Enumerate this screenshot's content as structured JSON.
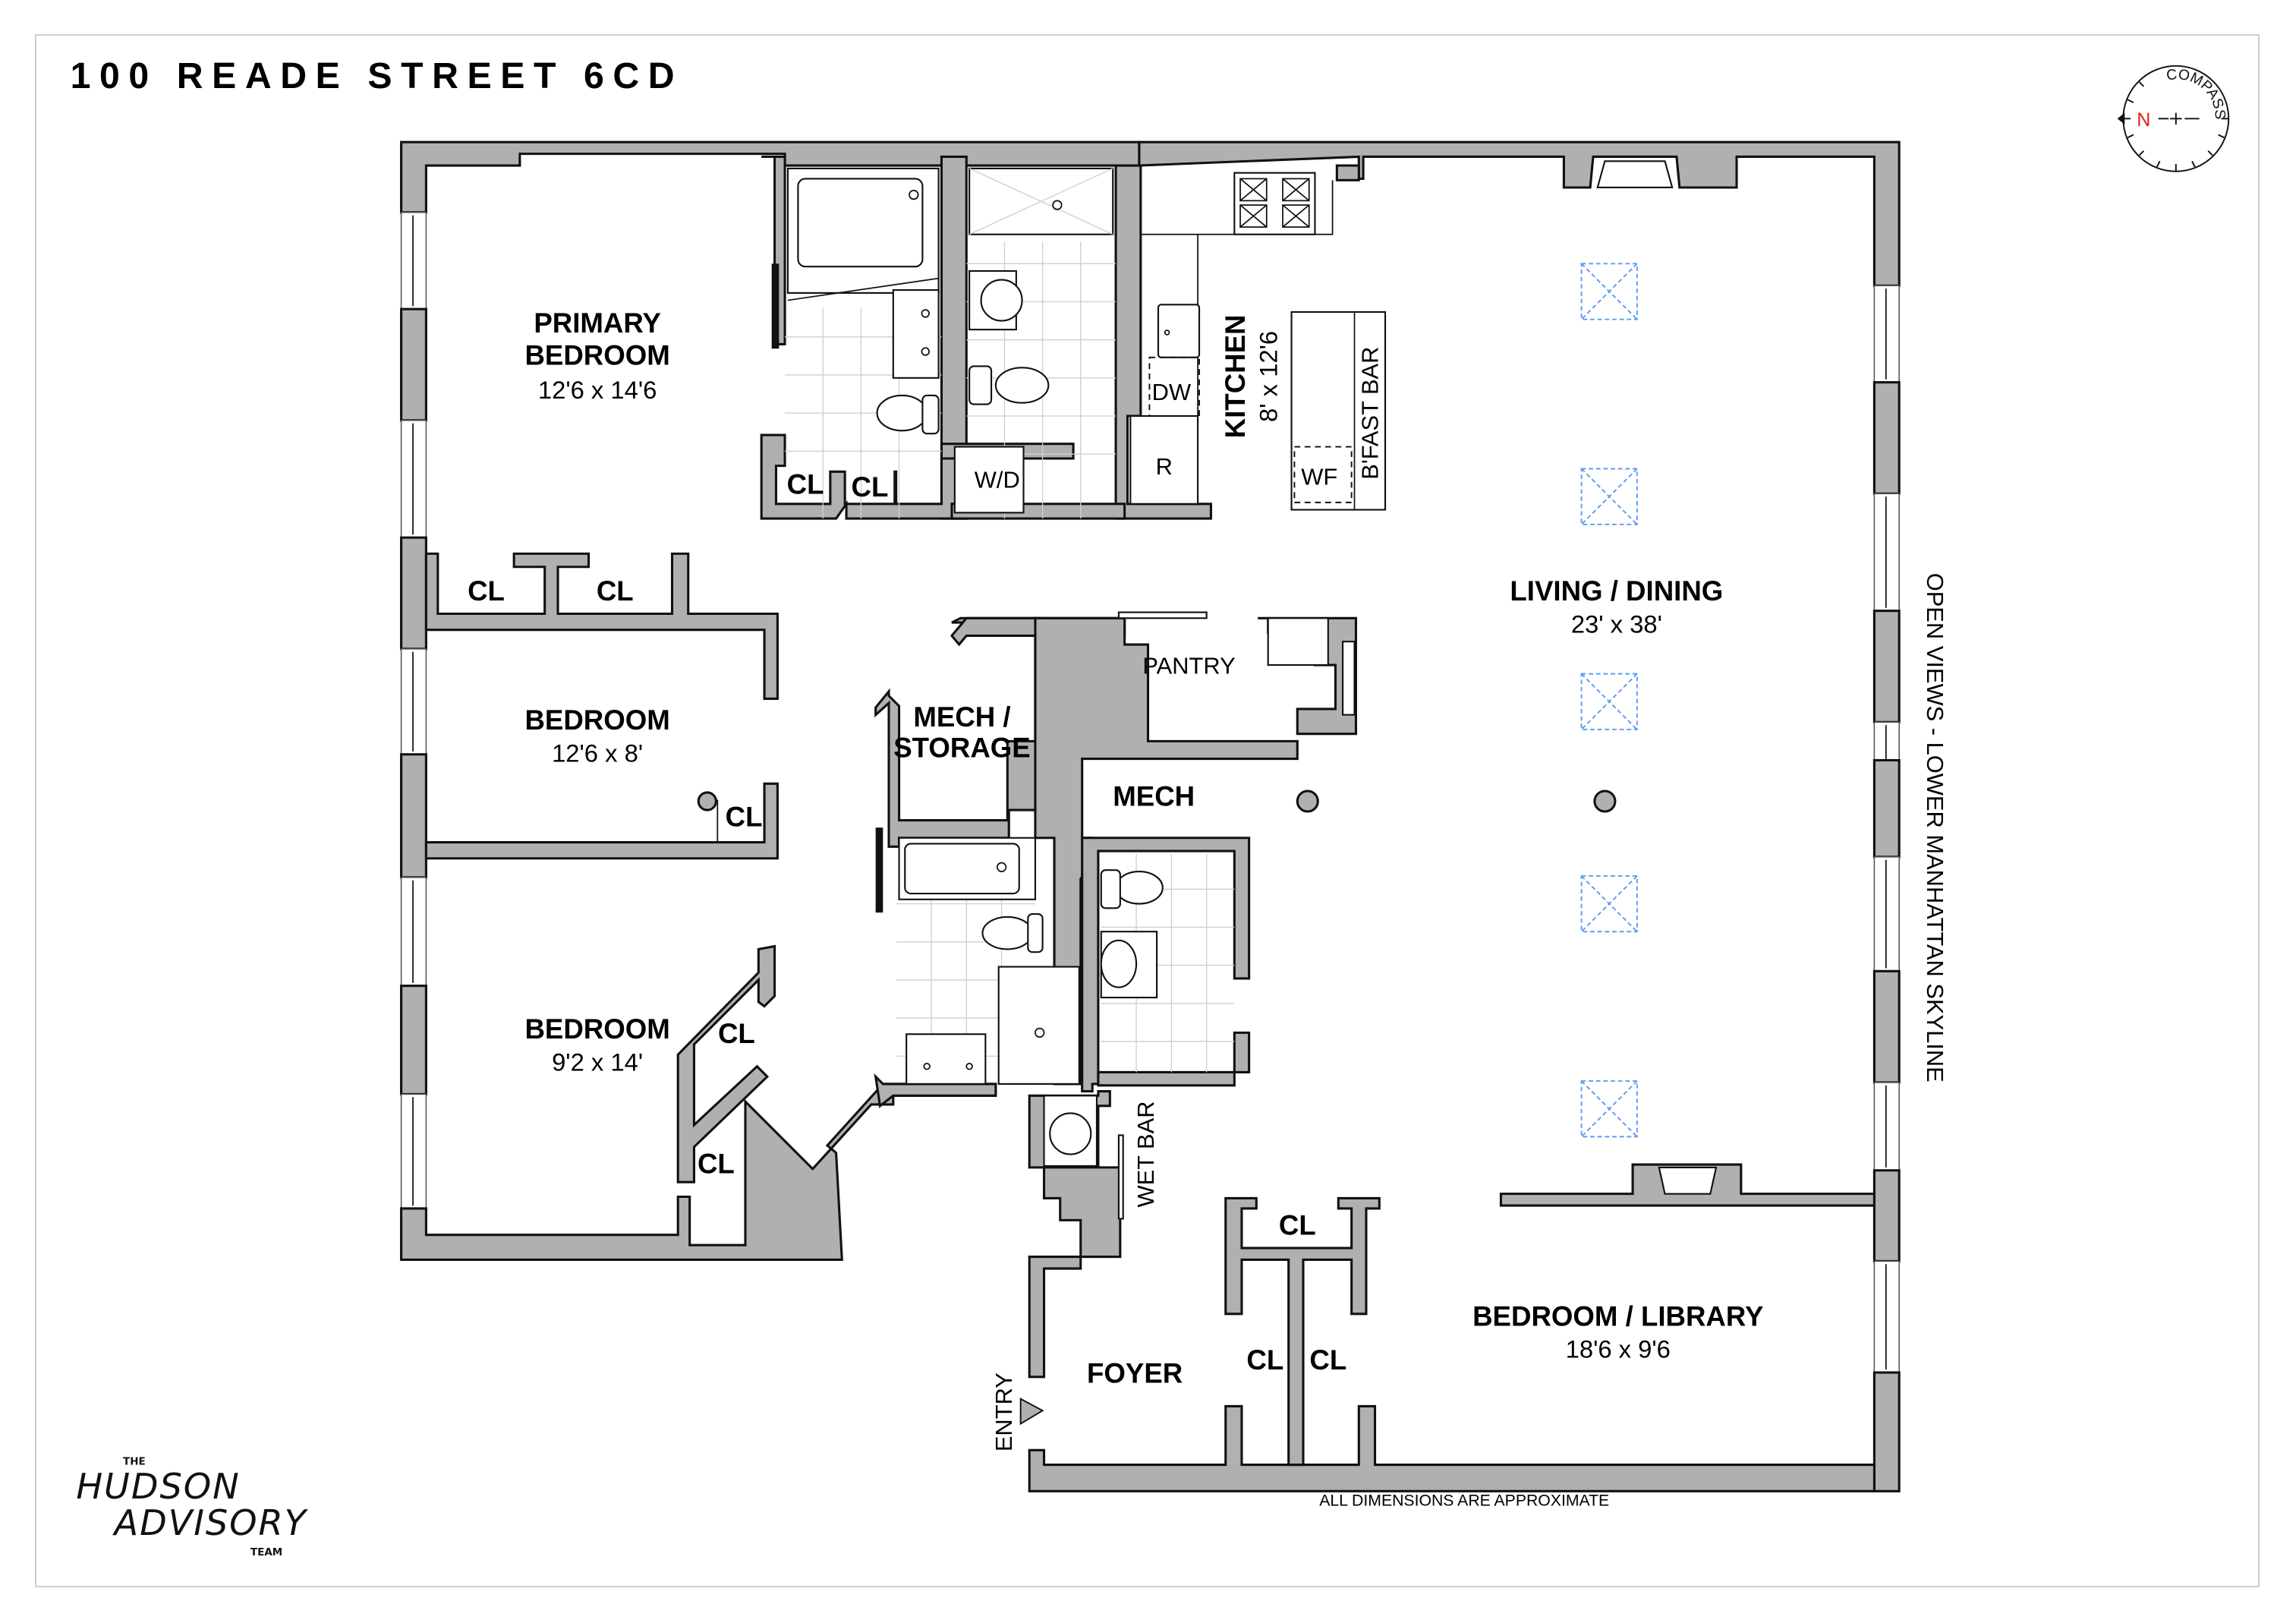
{
  "title": "100 READE STREET 6CD",
  "compass": {
    "label": "COMPASS",
    "north": "N",
    "north_color": "#e02020"
  },
  "rooms": {
    "primary_bedroom": {
      "name_line1": "PRIMARY",
      "name_line2": "BEDROOM",
      "dims": "12'6 x 14'6"
    },
    "bedroom_2": {
      "name": "BEDROOM",
      "dims": "12'6 x 8'"
    },
    "bedroom_3": {
      "name": "BEDROOM",
      "dims": "9'2 x 14'"
    },
    "kitchen": {
      "name": "KITCHEN",
      "dims": "8' x 12'6"
    },
    "living_dining": {
      "name": "LIVING / DINING",
      "dims": "23' x 38'"
    },
    "bedroom_library": {
      "name": "BEDROOM / LIBRARY",
      "dims": "18'6 x 9'6"
    },
    "mech_storage": {
      "name_line1": "MECH /",
      "name_line2": "STORAGE"
    },
    "mech": {
      "name": "MECH"
    },
    "pantry": {
      "name": "PANTRY"
    },
    "foyer": {
      "name": "FOYER"
    }
  },
  "fixtures": {
    "closet": "CL",
    "washer_dryer": "W/D",
    "dishwasher": "DW",
    "refrigerator": "R",
    "wine_fridge": "WF",
    "breakfast_bar": "B'FAST BAR",
    "wet_bar": "WET BAR",
    "entry": "ENTRY"
  },
  "annotations": {
    "views": "OPEN VIEWS - LOWER MANHATTAN SKYLINE",
    "disclaimer": "ALL DIMENSIONS ARE APPROXIMATE"
  },
  "logo": {
    "the": "THE",
    "line1": "HUDSON",
    "line2": "ADVISORY",
    "team": "TEAM"
  },
  "colors": {
    "wall": "#b0b0b0",
    "outline": "#111111",
    "ceiling_light": "#5b9cf0",
    "tile_grid": "#cfcfcf"
  }
}
